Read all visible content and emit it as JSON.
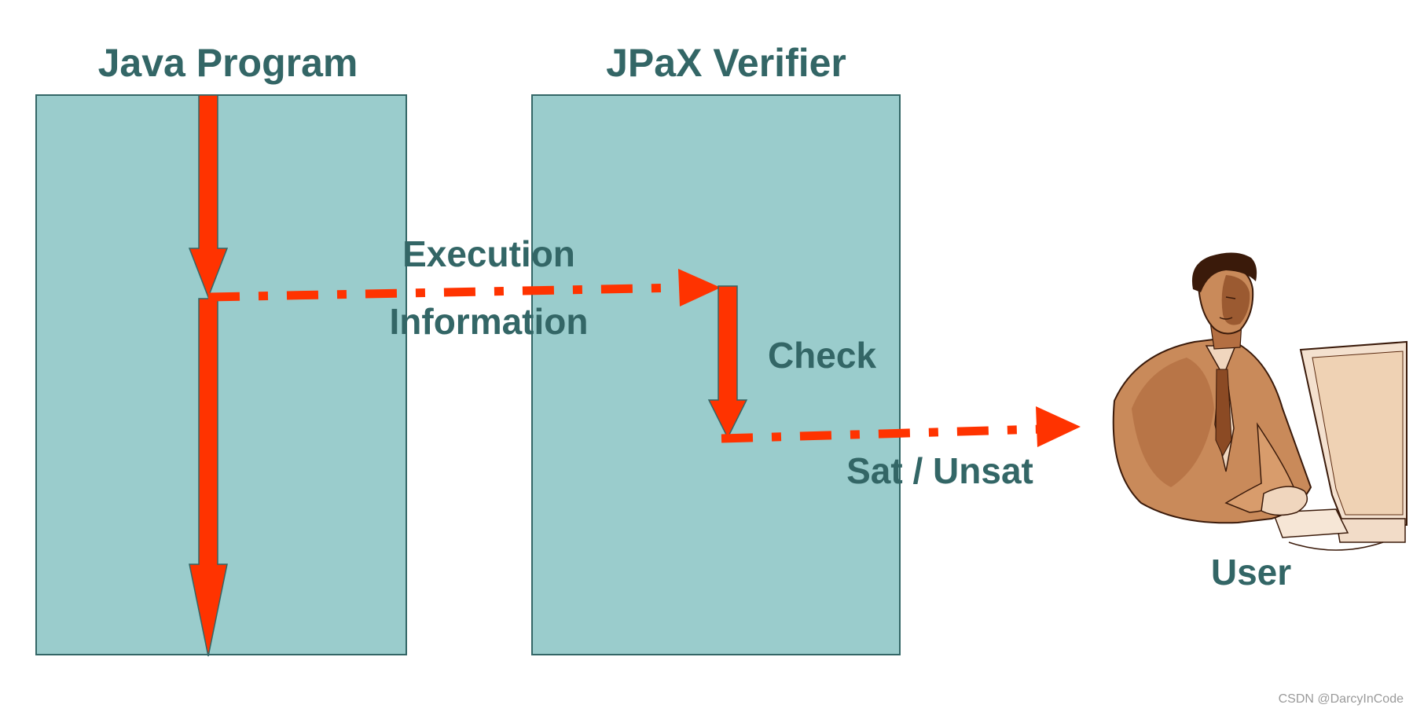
{
  "titles": {
    "left": "Java Program",
    "middle": "JPaX Verifier"
  },
  "labels": {
    "execution": "Execution",
    "information": "Information",
    "check": "Check",
    "result": "Sat / Unsat",
    "user": "User"
  },
  "watermark": "CSDN @DarcyInCode",
  "icons": {
    "user": "person-at-computer-clipart"
  },
  "colors": {
    "box_fill": "#9ACCCC",
    "box_stroke": "#336666",
    "arrow": "#FF3300",
    "text": "#336666",
    "skin_dark": "#8B4A24",
    "skin_mid": "#C98A5A",
    "skin_light": "#F0D6BE"
  }
}
